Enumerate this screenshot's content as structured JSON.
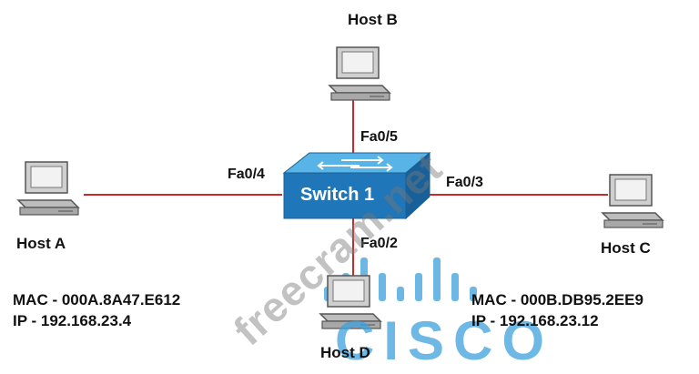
{
  "hosts": {
    "a": {
      "name": "Host A",
      "mac": "MAC - 000A.8A47.E612",
      "ip": "IP - 192.168.23.4"
    },
    "b": {
      "name": "Host B"
    },
    "c": {
      "name": "Host C",
      "mac": "MAC - 000B.DB95.2EE9",
      "ip": "IP - 192.168.23.12"
    },
    "d": {
      "name": "Host D"
    }
  },
  "switch": {
    "name": "Switch 1"
  },
  "ports": {
    "a": "Fa0/4",
    "b": "Fa0/5",
    "c": "Fa0/3",
    "d": "Fa0/2"
  },
  "watermark": {
    "text": "freecram.net"
  },
  "logo": {
    "text": "CISCO"
  },
  "colors": {
    "link": "#cc2a2a",
    "switch_top": "#3a9ad6",
    "switch_front": "#1f76b8",
    "logo": "#3ca0dc",
    "watermark": "#787878"
  }
}
